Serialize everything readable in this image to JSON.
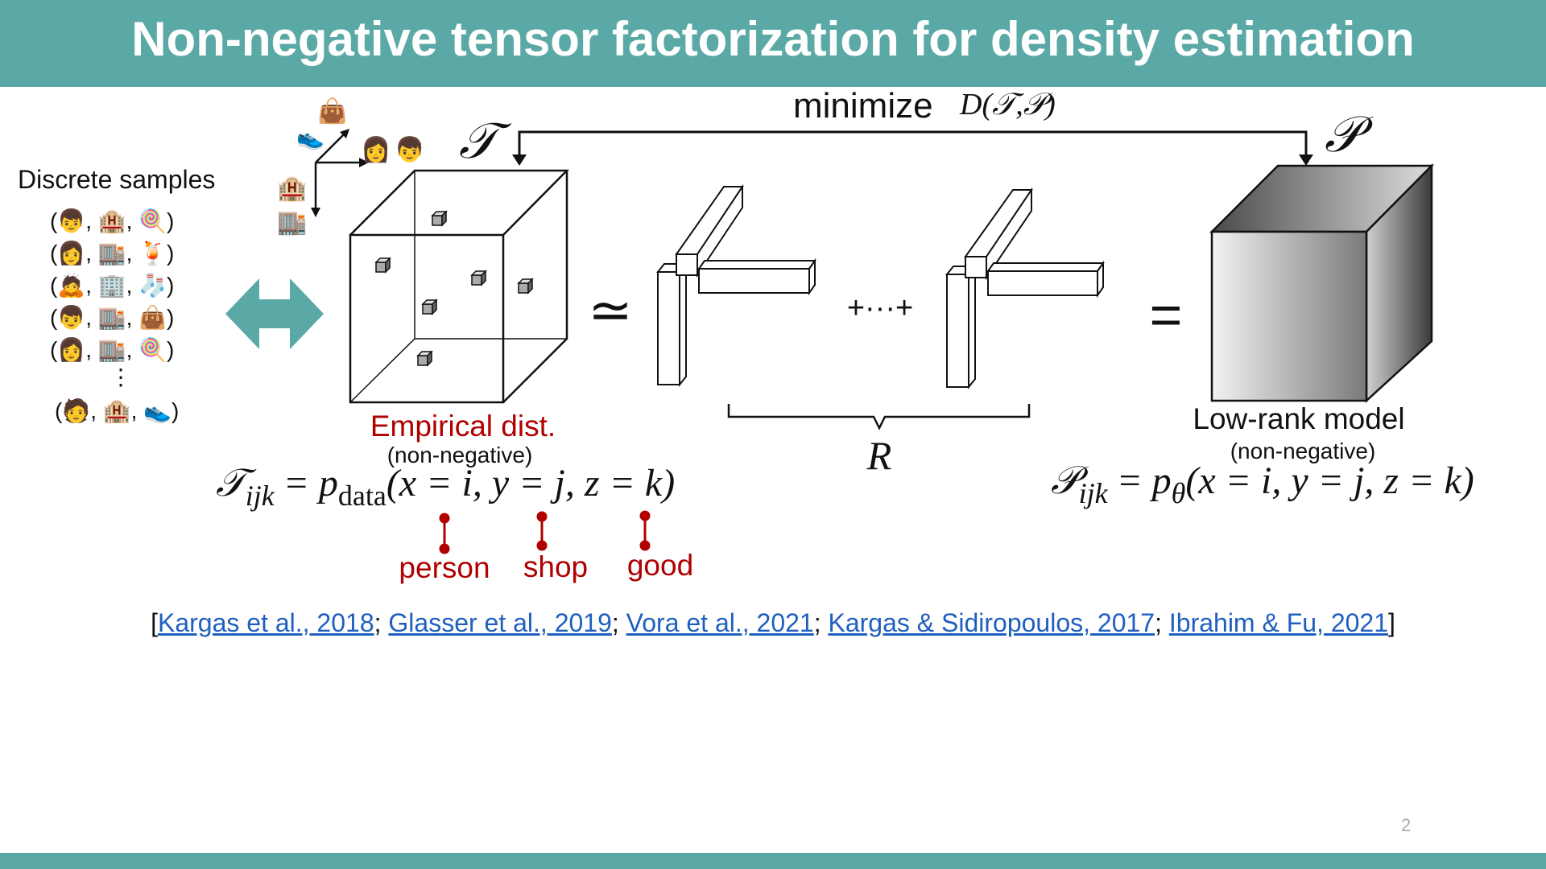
{
  "title": "Non-negative tensor factorization for density estimation",
  "objective": {
    "verb": "minimize",
    "expr": "D(𝒯,𝒫)"
  },
  "labels": {
    "T": "𝒯",
    "P": "𝒫",
    "samples_heading": "Discrete samples",
    "vdots": "⋮",
    "empirical": "Empirical dist.",
    "nonneg_left": "(non-negative)",
    "lowrank": "Low-rank model",
    "nonneg_right": "(non-negative)",
    "approx": "≃",
    "plus_dots": "+···+",
    "equals": "=",
    "rank": "R"
  },
  "samples": [
    [
      "👦",
      "🏨",
      "🍭"
    ],
    [
      "👩",
      "🏬",
      "🍹"
    ],
    [
      "🙇",
      "🏢",
      "🧦"
    ],
    [
      "👦",
      "🏬",
      "👜"
    ],
    [
      "👩",
      "🏬",
      "🍭"
    ],
    [
      "🧑",
      "🏨",
      "👟"
    ]
  ],
  "axis_icons": {
    "bag": "👜",
    "shoe": "👟",
    "woman": "👩",
    "man": "👦",
    "hotel": "🏨",
    "store": "🏬"
  },
  "formula_left": {
    "lhs": "𝒯",
    "sub": "ijk",
    "eq": "=",
    "p": "p",
    "psub": "data",
    "args": "(x = i, y = j, z = k)"
  },
  "formula_right": {
    "lhs": "𝒫",
    "sub": "ijk",
    "eq": "=",
    "p": "p",
    "psub": "θ",
    "args": "(x = i, y = j, z = k)"
  },
  "var_labels": {
    "person": "person",
    "shop": "shop",
    "good": "good"
  },
  "colors": {
    "accent": "#5aa9a6",
    "red": "#b00000",
    "link": "#1f5fbf"
  },
  "references": {
    "open": "[",
    "sep": ";",
    "close": "]",
    "items": [
      "Kargas et al., 2018",
      "Glasser et al., 2019",
      "Vora et al., 2021",
      "Kargas & Sidiropoulos, 2017",
      "Ibrahim & Fu, 2021"
    ]
  },
  "page_number": "2"
}
